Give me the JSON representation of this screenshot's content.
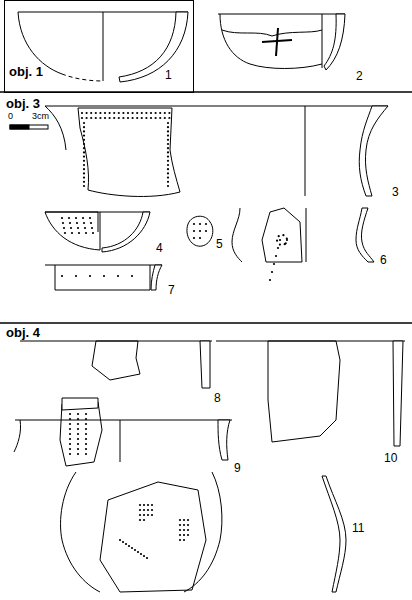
{
  "diagram": {
    "nodes": [
      {
        "text": [
          "obj. 1",
          "1"
        ]
      }
    ],
    "labels": [
      "2",
      "obj. 3",
      "0",
      "3cm",
      "3",
      "4",
      "5",
      "6",
      "7",
      "obj. 4",
      "8",
      "9",
      "10",
      "11"
    ]
  }
}
